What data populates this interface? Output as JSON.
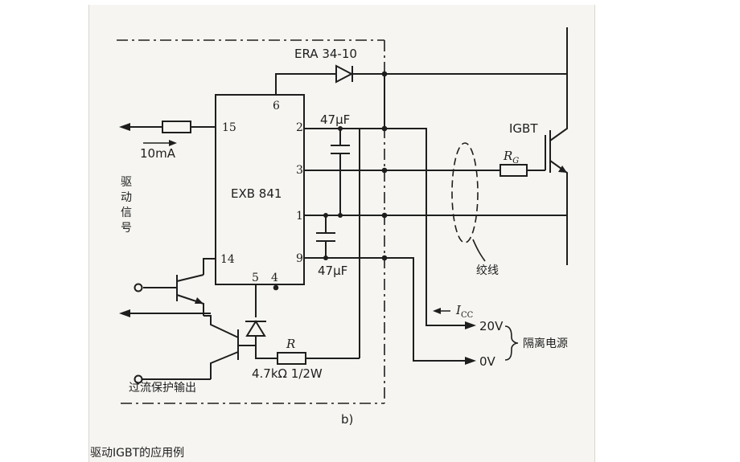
{
  "diagram": {
    "diode_label": "ERA 34-10",
    "ic_label": "EXB 841",
    "pins": {
      "p6": "6",
      "p15": "15",
      "p2": "2",
      "p3": "3",
      "p1": "1",
      "p9": "9",
      "p14": "14",
      "p5": "5",
      "p4": "4"
    },
    "cap_top_label": "47μF",
    "cap_bottom_label": "47μF",
    "igbt_label": "IGBT",
    "rg_label": "R",
    "rg_sub": "G",
    "current_label": "10mA",
    "drive_signal_label": "驱动信号",
    "twisted_pair_label": "绞线",
    "icc_label": "I",
    "icc_sub": "CC",
    "v20_label": "20V",
    "v0_label": "0V",
    "isolated_supply_label": "隔离电源",
    "r_label": "R",
    "r_value_label": "4.7kΩ  1/2W",
    "overcurrent_label": "过流保护输出",
    "subfig_label": "b)",
    "caption_partial": "驱动IGBT的应用例"
  }
}
